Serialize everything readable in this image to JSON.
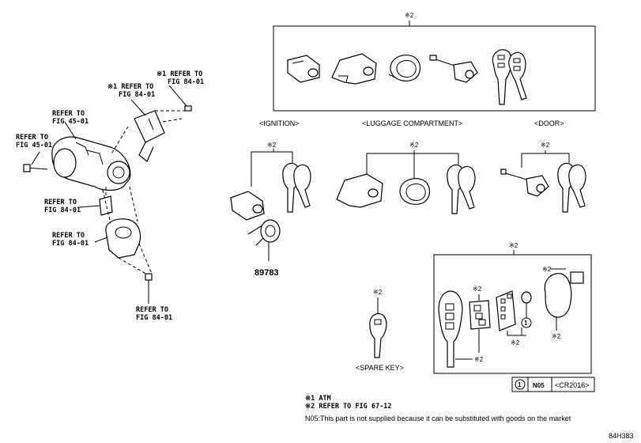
{
  "marks": {
    "atm": "※1",
    "refer": "※2"
  },
  "refs": {
    "fig84_top_a": [
      "※1 REFER TO",
      "FIG 84-01"
    ],
    "fig84_top_b": [
      "※1 REFER TO",
      "FIG 84-01"
    ],
    "fig45_a": [
      "REFER TO",
      "FIG 45-01"
    ],
    "fig45_b": [
      "REFER TO",
      "FIG 45-01"
    ],
    "fig84_mid": [
      "REFER TO",
      "FIG 84-01"
    ],
    "fig84_low": [
      "REFER TO",
      "FIG 84-01"
    ],
    "fig84_bottom": [
      "REFER TO",
      "FIG 84-01"
    ]
  },
  "captions": {
    "ignition": "<IGNITION>",
    "luggage": "<LUGGAGE COMPARTMENT>",
    "door": "<DOOR>",
    "spare_key": "<SPARE KEY>"
  },
  "part_number": "89783",
  "legend": {
    "symbol": "1",
    "code": "N05",
    "battery": "<CR2016>"
  },
  "legend_notes": [
    "※1 ATM",
    "※2 REFER TO FIG 67-12"
  ],
  "n05_note": "N05:This part is not supplied because it can be substituted with goods on the market",
  "figure_id": "84H383"
}
